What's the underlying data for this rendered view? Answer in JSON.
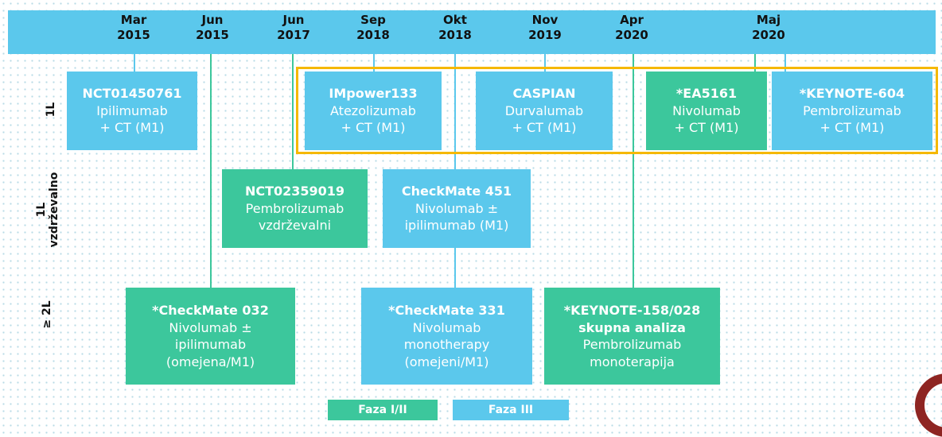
{
  "timeline": {
    "dates": [
      {
        "month": "Mar",
        "year": "2015"
      },
      {
        "month": "Jun",
        "year": "2015"
      },
      {
        "month": "Jun",
        "year": "2017"
      },
      {
        "month": "Sep",
        "year": "2018"
      },
      {
        "month": "Okt",
        "year": "2018"
      },
      {
        "month": "Nov",
        "year": "2019"
      },
      {
        "month": "Apr",
        "year": "2020"
      },
      {
        "month": "Maj",
        "year": "2020"
      }
    ]
  },
  "rows": {
    "first_line": "1L",
    "maintenance_a": "1L",
    "maintenance_b": "vzdrževalno",
    "second_line": "≥ 2L"
  },
  "trials": {
    "nct01450761": {
      "title": "NCT01450761",
      "line1": "Ipilimumab",
      "line2": "+ CT (M1)"
    },
    "impower133": {
      "title": "IMpower133",
      "line1": "Atezolizumab",
      "line2": "+ CT (M1)"
    },
    "caspian": {
      "title": "CASPIAN",
      "line1": "Durvalumab",
      "line2": "+ CT (M1)"
    },
    "ea5161": {
      "title": "*EA5161",
      "line1": "Nivolumab",
      "line2": "+ CT (M1)"
    },
    "keynote604": {
      "title": "*KEYNOTE-604",
      "line1": "Pembrolizumab",
      "line2": "+ CT (M1)"
    },
    "nct02359019": {
      "title": "NCT02359019",
      "line1": "Pembrolizumab",
      "line2": "vzdrževalni"
    },
    "checkmate451": {
      "title": "CheckMate 451",
      "line1": "Nivolumab ±",
      "line2": "ipilimumab (M1)"
    },
    "checkmate032": {
      "title": "*CheckMate 032",
      "line1": "Nivolumab ±",
      "line2": "ipilimumab",
      "line3": "(omejena/M1)"
    },
    "checkmate331": {
      "title": "*CheckMate 331",
      "line1": "Nivolumab",
      "line2": "monotherapy",
      "line3": "(omejeni/M1)"
    },
    "keynote158": {
      "title": "*KEYNOTE-158/028",
      "title2": "skupna analiza",
      "line1": "Pembrolizumab",
      "line2": "monoterapija"
    }
  },
  "legend": {
    "phase12": "Faza I/II",
    "phase3": "Faza III"
  },
  "colors": {
    "phase3_blue": "#5bc8ec",
    "phase12_green": "#3cc79c",
    "highlight_frame": "#f5b800",
    "logo_red": "#8e2522"
  }
}
